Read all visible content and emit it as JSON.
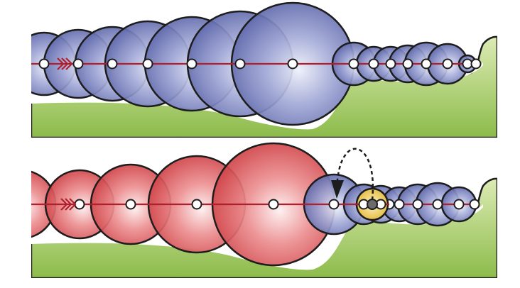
{
  "diagram": {
    "panels": [
      {
        "id": "top",
        "circle_color": "blue",
        "chevrons_shown": true,
        "circle_count": 17,
        "curved_arrow_shown": false,
        "highlighted_circle": null
      },
      {
        "id": "bottom",
        "circle_color": "red",
        "chevrons_shown": true,
        "circle_count": 15,
        "curved_arrow_shown": true,
        "highlighted_circle": "yellow"
      }
    ],
    "colors": {
      "blue_light": "#eef0fa",
      "blue_dark": "#5a63a8",
      "red_light": "#fdf0f0",
      "red_dark": "#cc3b40",
      "yellow_light": "#fff3c2",
      "yellow_dark": "#e0b42f",
      "ground_light": "#dcebb4",
      "ground_dark": "#8cbb4a",
      "axis_line": "#b01f2e",
      "outline": "#1d1d1d"
    }
  }
}
